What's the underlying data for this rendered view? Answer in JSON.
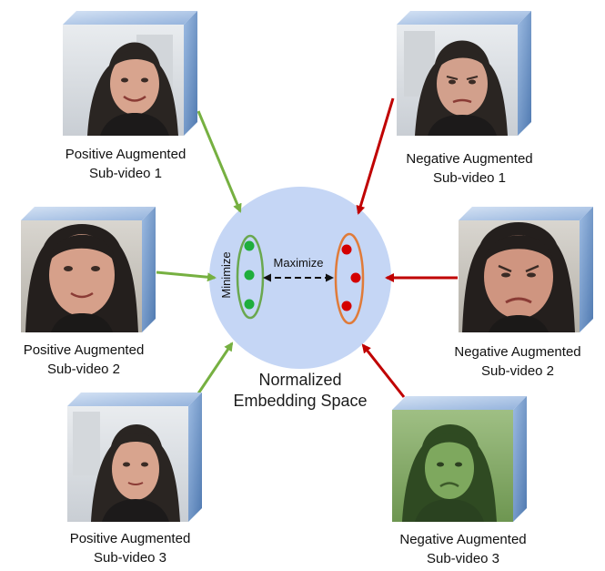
{
  "embedding_space": {
    "title_line1": "Normalized",
    "title_line2": "Embedding Space",
    "minimize_label": "Minimize",
    "maximize_label": "Maximize"
  },
  "positive": [
    {
      "line1": "Positive Augmented",
      "line2": "Sub-video 1"
    },
    {
      "line1": "Positive Augmented",
      "line2": "Sub-video 2"
    },
    {
      "line1": "Positive Augmented",
      "line2": "Sub-video 3"
    }
  ],
  "negative": [
    {
      "line1": "Negative Augmented",
      "line2": "Sub-video 1"
    },
    {
      "line1": "Negative Augmented",
      "line2": "Sub-video 2"
    },
    {
      "line1": "Negative Augmented",
      "line2": "Sub-video 3"
    }
  ],
  "colors": {
    "positive_arrow": "#76b041",
    "negative_arrow": "#c00000",
    "positive_dot": "#1fae3c",
    "negative_dot": "#d40000",
    "positive_ellipse": "#6aa84f",
    "negative_ellipse": "#e07b39",
    "space_fill": "#c5d6f5",
    "cube_side": "#6f96c8",
    "cube_top": "#a9c3e6"
  }
}
